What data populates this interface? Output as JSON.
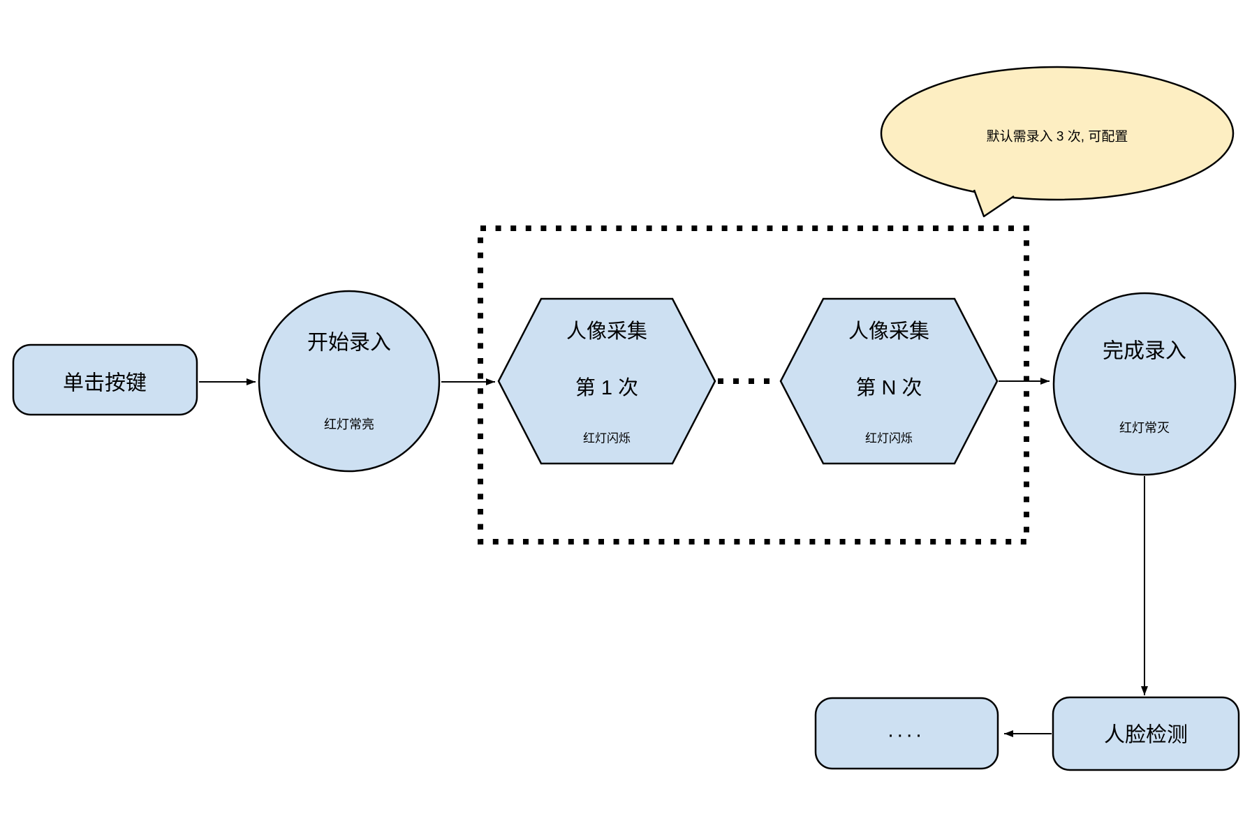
{
  "colors": {
    "node_fill": "#cde0f2",
    "node_stroke": "#000000",
    "callout_fill": "#fdeec2",
    "background": "#ffffff"
  },
  "callout": {
    "text": "默认需录入 3 次, 可配置"
  },
  "nodes": {
    "click_button": {
      "label": "单击按键"
    },
    "start_record": {
      "label": "开始录入",
      "sublabel": "红灯常亮"
    },
    "capture_first": {
      "title": "人像采集",
      "subtitle": "第 1 次",
      "status": "红灯闪烁"
    },
    "capture_nth": {
      "title": "人像采集",
      "subtitle": "第 N 次",
      "status": "红灯闪烁"
    },
    "finish_record": {
      "label": "完成录入",
      "sublabel": "红灯常灭"
    },
    "face_detect": {
      "label": "人脸检测"
    },
    "next_steps": {
      "label": "...."
    }
  }
}
